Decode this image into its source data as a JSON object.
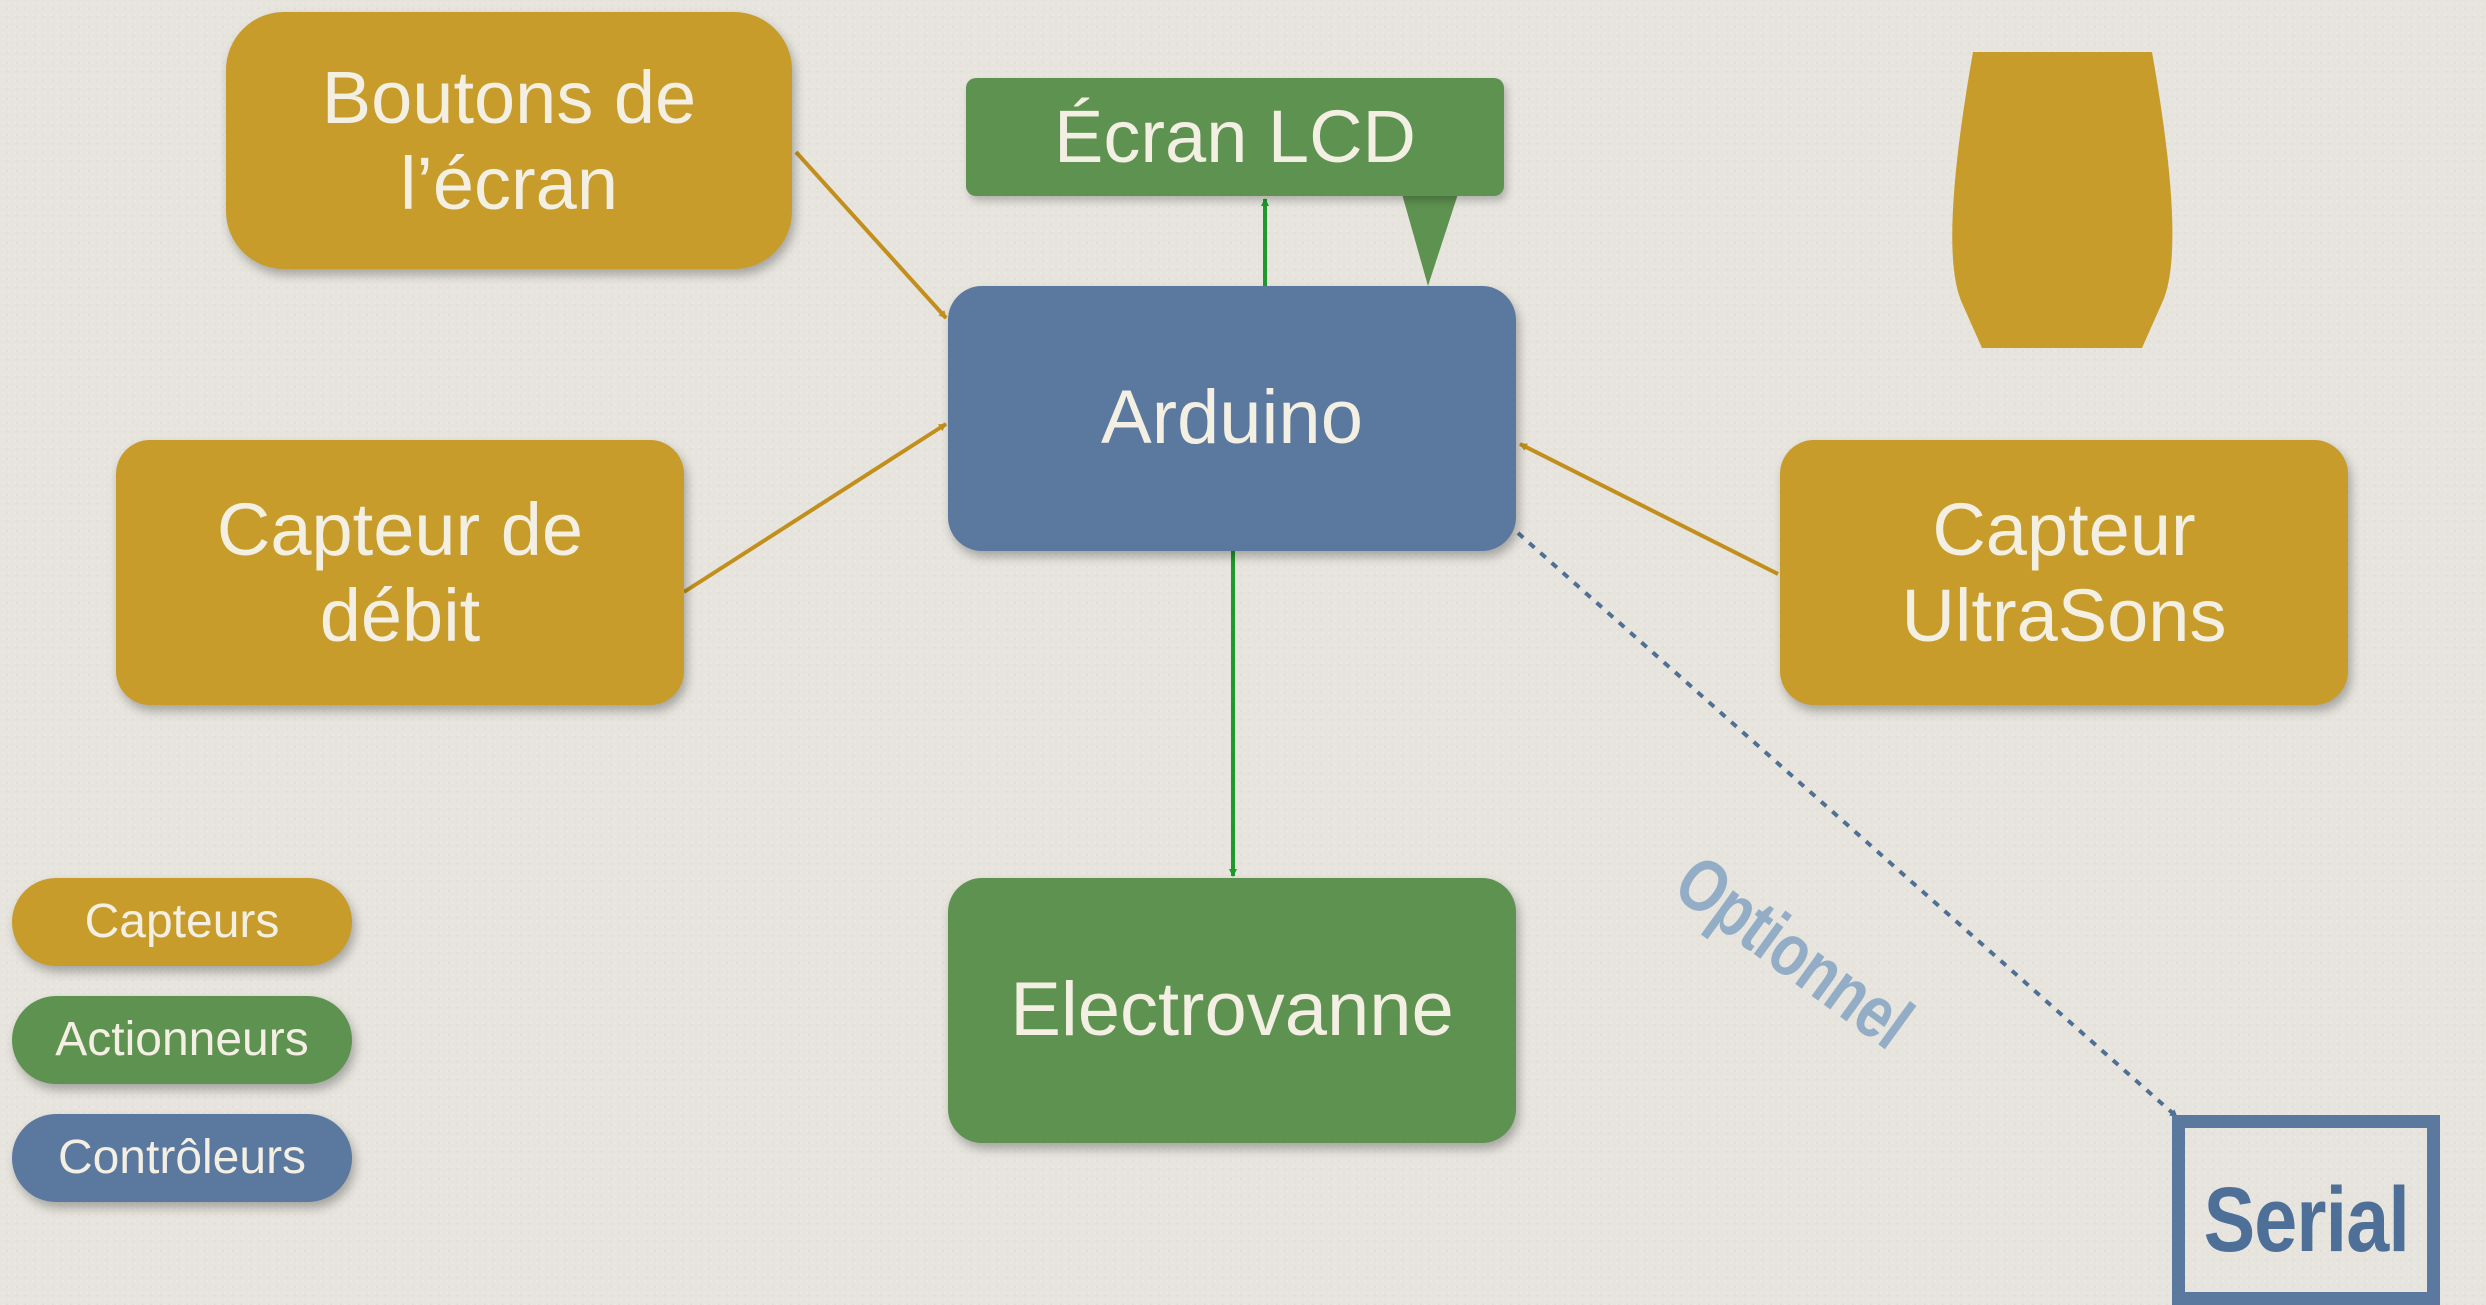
{
  "nodes": {
    "buttons": "Boutons de\nl’écran",
    "lcd": "Écran LCD",
    "arduino": "Arduino",
    "flow_sensor": "Capteur de\ndébit",
    "ultrasonic": "Capteur\nUltraSons",
    "valve": "Electrovanne"
  },
  "legend": {
    "sensors": "Capteurs",
    "actuators": "Actionneurs",
    "controllers": "Contrôleurs"
  },
  "optional_label": "Optionnel",
  "serial_label": "Serial",
  "icons": {
    "lcd_callout": "speech-bubble-pointer",
    "cup": "cup-icon"
  },
  "colors": {
    "sensors": "#c89c2b",
    "actuators": "#5e9250",
    "controllers": "#5b789f",
    "sensor_arrow": "#c28f1c",
    "actuator_arrow": "#1e9a2c",
    "optional_link": "#5b789f",
    "background": "#e6e4dd"
  }
}
